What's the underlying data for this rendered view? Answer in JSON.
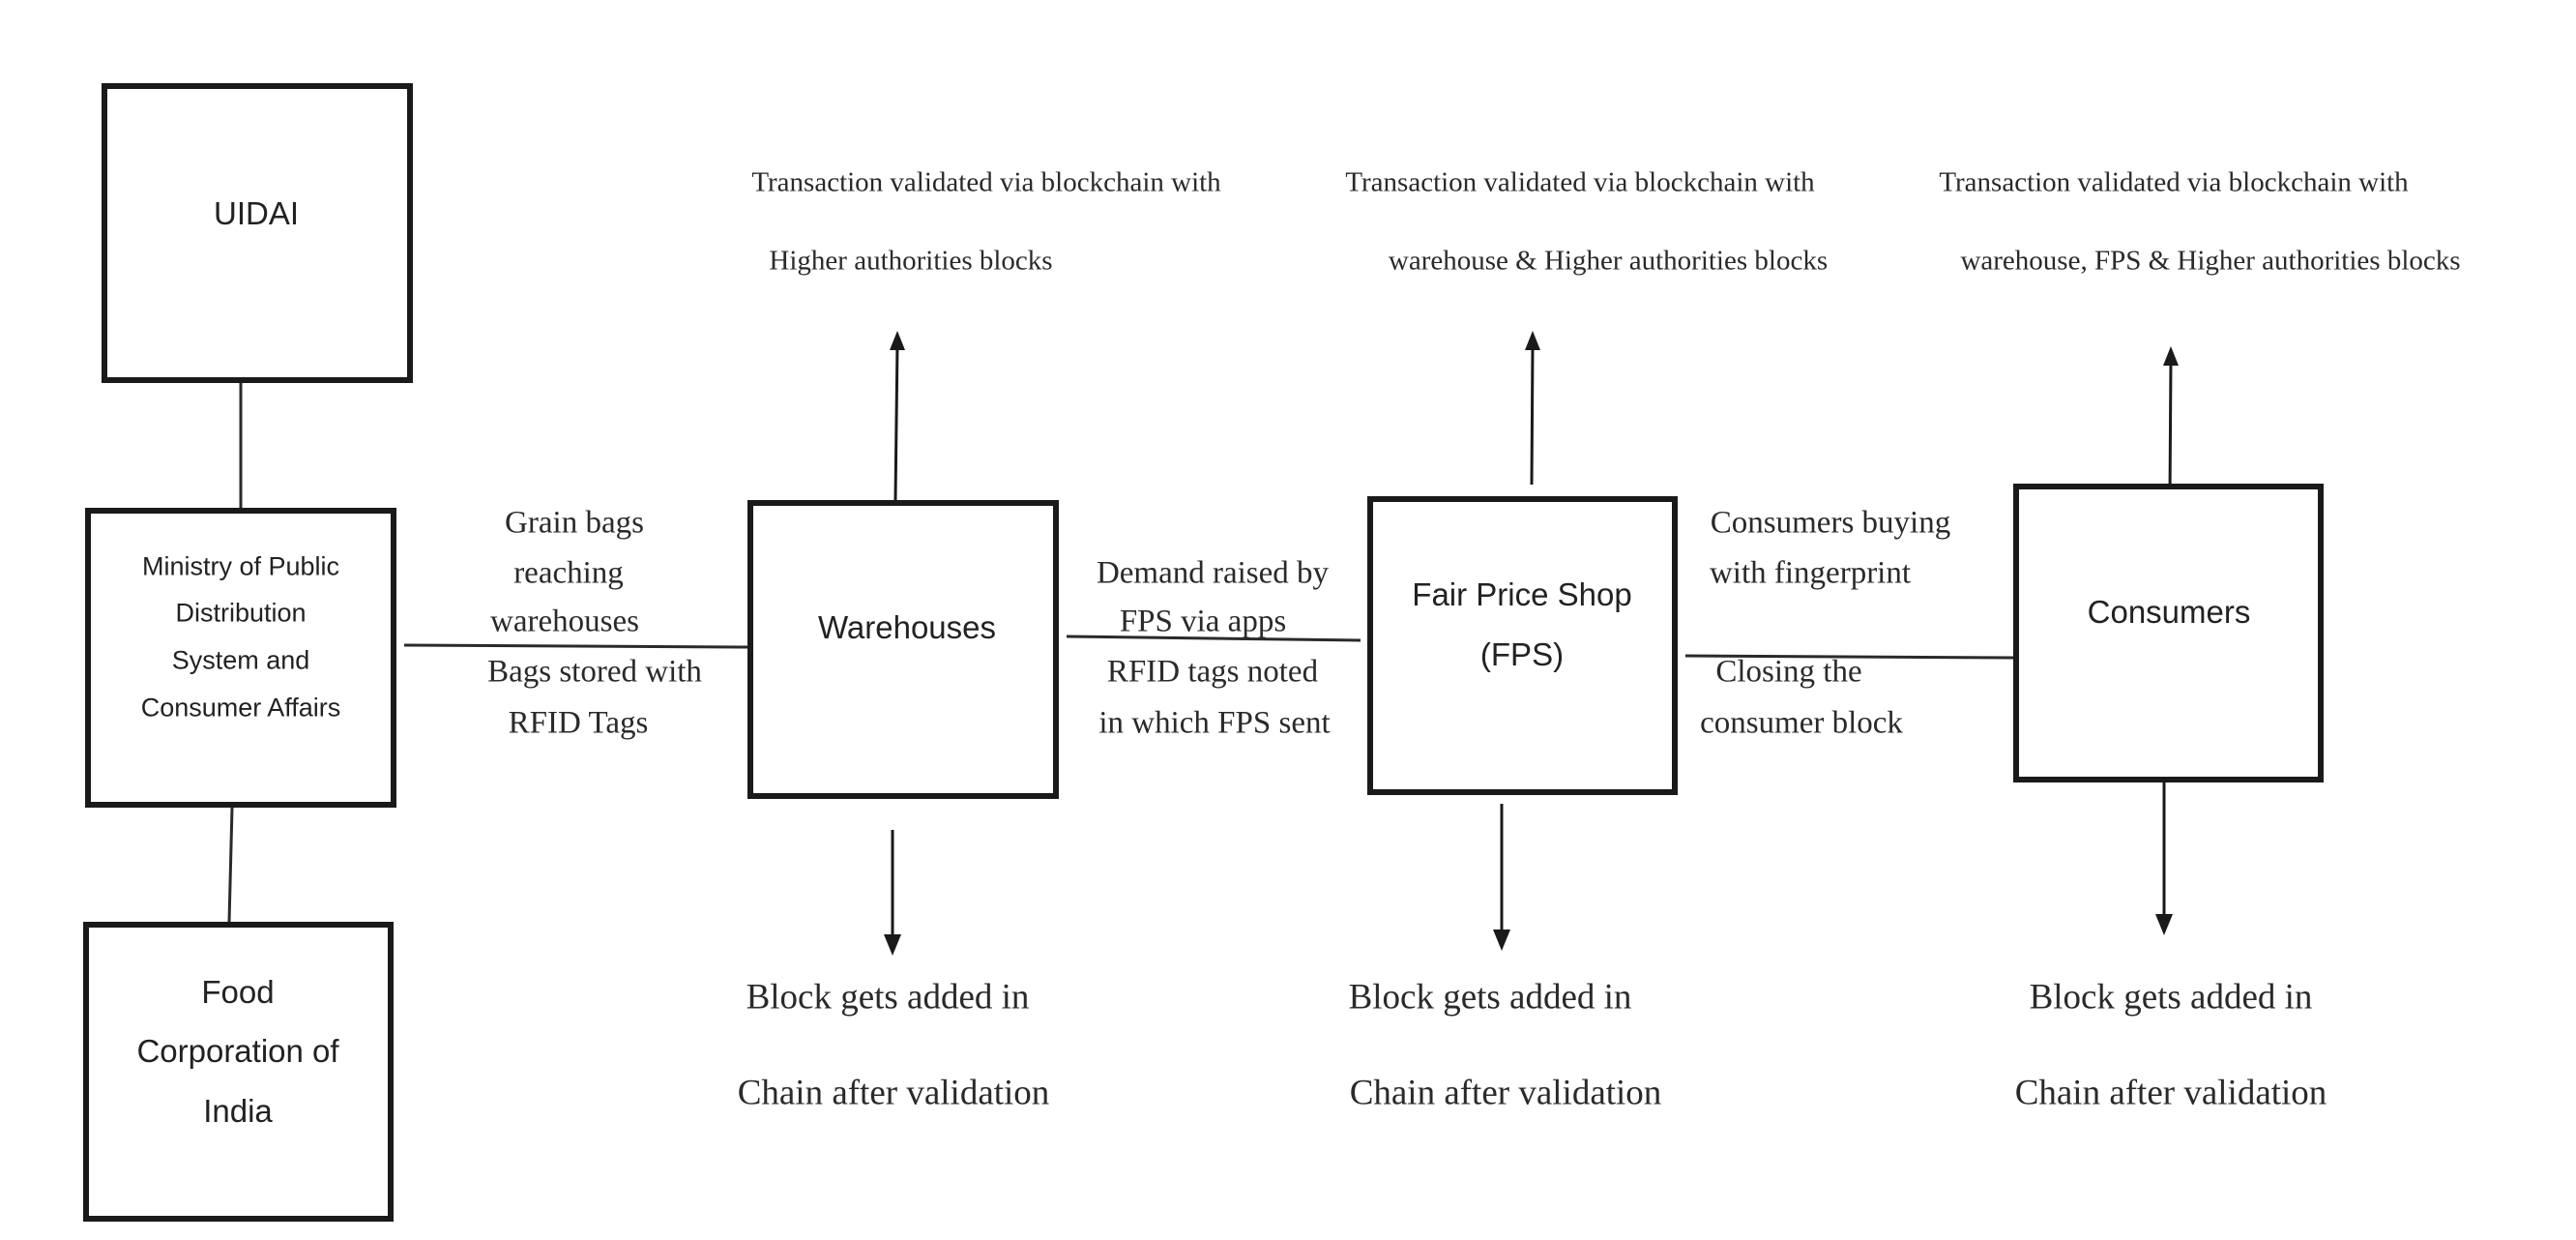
{
  "nodes": {
    "uidai": "UIDAI",
    "ministry": [
      "Ministry of Public",
      "Distribution",
      "System and",
      "Consumer Affairs"
    ],
    "fci": [
      "Food",
      "Corporation of",
      "India"
    ],
    "warehouses": "Warehouses",
    "fps": [
      "Fair Price Shop",
      "(FPS)"
    ],
    "consumers": "Consumers"
  },
  "edges": {
    "ministry_to_warehouse": [
      "Grain bags",
      "reaching",
      "warehouses",
      "Bags stored with",
      "RFID Tags"
    ],
    "warehouse_to_fps": [
      "Demand raised by",
      "FPS via apps",
      "RFID tags noted",
      "in which FPS sent"
    ],
    "fps_to_consumers": [
      "Consumers buying",
      "with fingerprint",
      "Closing the",
      "consumer block"
    ]
  },
  "validation": {
    "warehouse": [
      "Transaction validated via blockchain with",
      "Higher authorities blocks"
    ],
    "fps": [
      "Transaction validated via blockchain with",
      "warehouse & Higher authorities blocks"
    ],
    "consumers": [
      "Transaction validated via blockchain with",
      "warehouse, FPS & Higher authorities blocks"
    ]
  },
  "block_added": [
    "Block gets added in",
    "Chain after validation"
  ]
}
